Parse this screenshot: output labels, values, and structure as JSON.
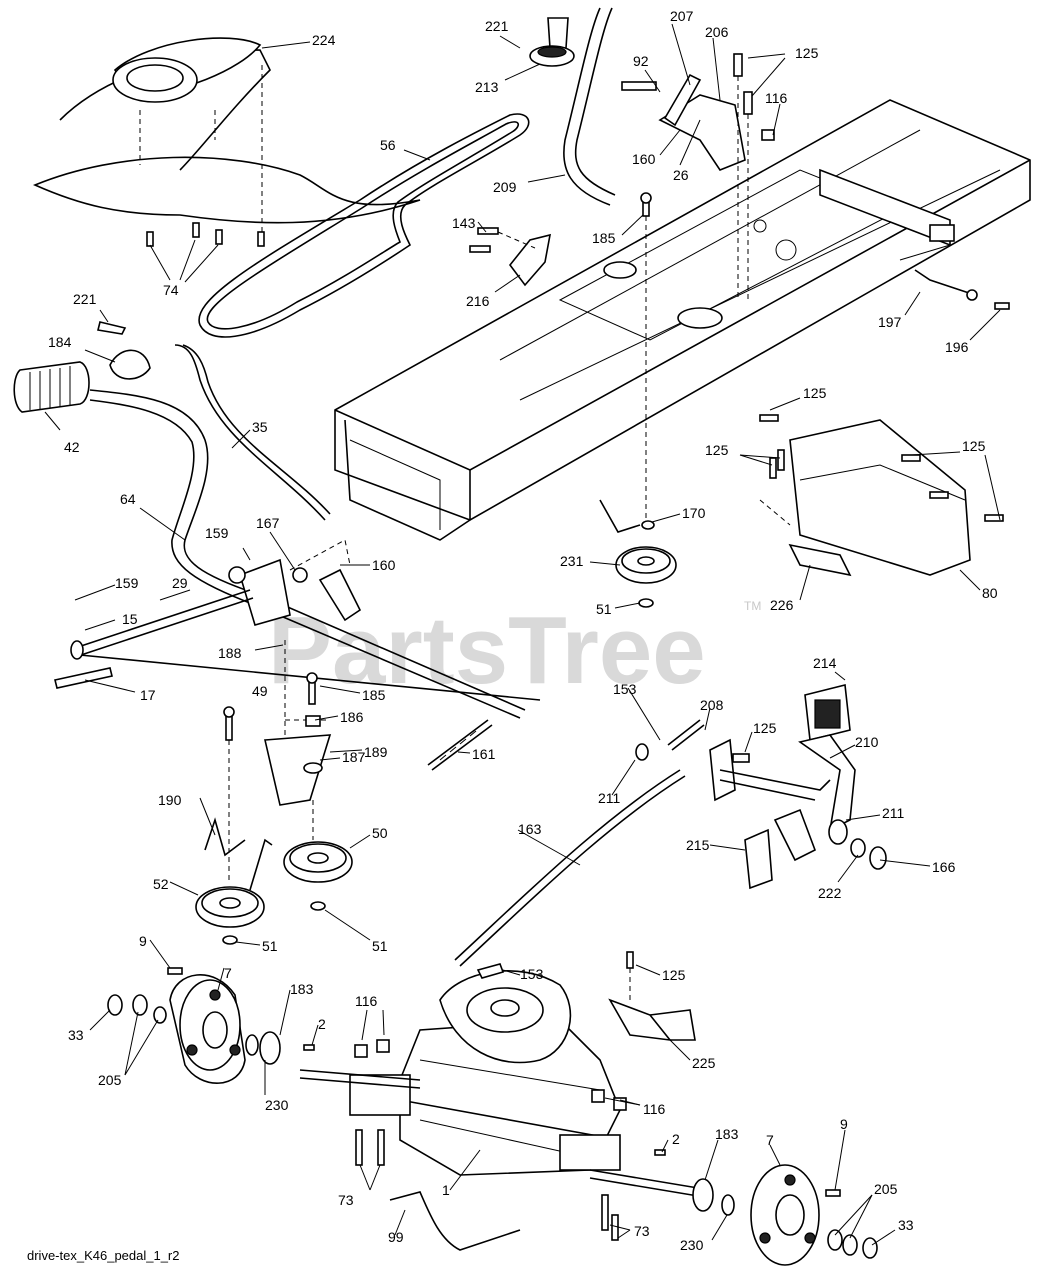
{
  "watermark": {
    "text": "PartsTree",
    "tm": "TM"
  },
  "footer": {
    "filename": "drive-tex_K46_pedal_1_r2"
  },
  "callouts": {
    "c221a": "221",
    "c213": "213",
    "c207": "207",
    "c206": "206",
    "c125a": "125",
    "c224": "224",
    "c92": "92",
    "c116a": "116",
    "c56": "56",
    "c160a": "160",
    "c26": "26",
    "c209": "209",
    "c185a": "185",
    "c143": "143",
    "c216": "216",
    "c74": "74",
    "c197": "197",
    "c196": "196",
    "c221b": "221",
    "c184": "184",
    "c42": "42",
    "c35": "35",
    "c125b": "125",
    "c125c": "125",
    "c125d": "125",
    "c64": "64",
    "c159a": "159",
    "c167": "167",
    "c160b": "160",
    "c170": "170",
    "c231": "231",
    "c51a": "51",
    "c226": "226",
    "c80": "80",
    "c159b": "159",
    "c29": "29",
    "c15": "15",
    "c17": "17",
    "c188": "188",
    "c49": "49",
    "c185b": "185",
    "c186": "186",
    "c189": "189",
    "c161": "161",
    "c214": "214",
    "c153a": "153",
    "c208": "208",
    "c125e": "125",
    "c210": "210",
    "c190": "190",
    "c187": "187",
    "c211a": "211",
    "c163": "163",
    "c50": "50",
    "c211b": "211",
    "c215": "215",
    "c52": "52",
    "c51b": "51",
    "c51c": "51",
    "c222": "222",
    "c166": "166",
    "c9a": "9",
    "c7a": "7",
    "c183a": "183",
    "c116b": "116",
    "c153b": "153",
    "c125f": "125",
    "c33a": "33",
    "c2a": "2",
    "c205a": "205",
    "c230a": "230",
    "c225": "225",
    "c116c": "116",
    "c9b": "9",
    "c2b": "2",
    "c183b": "183",
    "c7b": "7",
    "c1": "1",
    "c73a": "73",
    "c205b": "205",
    "c33b": "33",
    "c73b": "73",
    "c230b": "230",
    "c99": "99"
  }
}
